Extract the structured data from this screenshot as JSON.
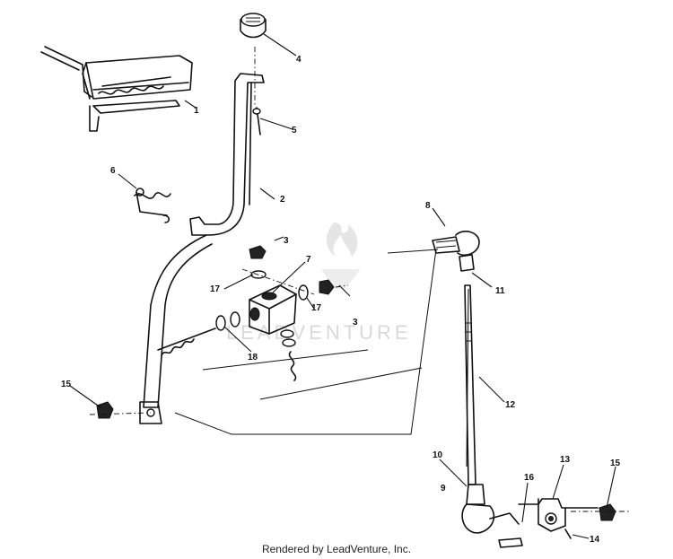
{
  "footer": "Rendered by LeadVenture, Inc.",
  "watermark": "LEADVENTURE",
  "callouts": [
    "1",
    "2",
    "3",
    "3",
    "4",
    "5",
    "6",
    "7",
    "8",
    "9",
    "10",
    "11",
    "12",
    "13",
    "14",
    "15",
    "15",
    "16",
    "17",
    "17",
    "18"
  ]
}
